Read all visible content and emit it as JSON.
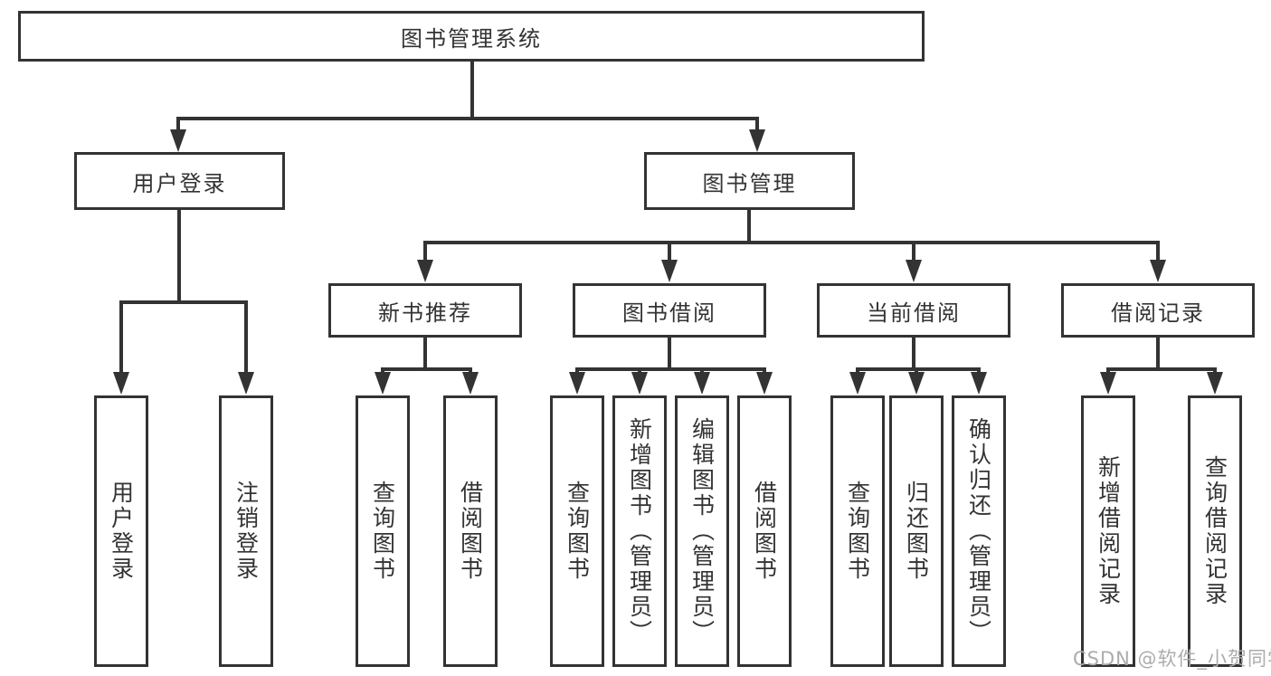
{
  "tree": {
    "label": "图书管理系统",
    "children": [
      {
        "label": "用户登录",
        "children": [
          {
            "label": "用户登录"
          },
          {
            "label": "注销登录"
          }
        ]
      },
      {
        "label": "图书管理",
        "children": [
          {
            "label": "新书推荐",
            "children": [
              {
                "label": "查询图书"
              },
              {
                "label": "借阅图书"
              }
            ]
          },
          {
            "label": "图书借阅",
            "children": [
              {
                "label": "查询图书"
              },
              {
                "label": "新增图书（管理员）"
              },
              {
                "label": "编辑图书（管理员）"
              },
              {
                "label": "借阅图书"
              }
            ]
          },
          {
            "label": "当前借阅",
            "children": [
              {
                "label": "查询图书"
              },
              {
                "label": "归还图书"
              },
              {
                "label": "确认归还（管理员）"
              }
            ]
          },
          {
            "label": "借阅记录",
            "children": [
              {
                "label": "新增借阅记录"
              },
              {
                "label": "查询借阅记录"
              }
            ]
          }
        ]
      }
    ]
  },
  "watermark": {
    "text": "CSDN @软件_小贺同学"
  },
  "colors": {
    "line": "#333333",
    "text": "#333333",
    "box_background": "#ffffff",
    "page_background": "#ffffff",
    "watermark": "#acacac"
  }
}
